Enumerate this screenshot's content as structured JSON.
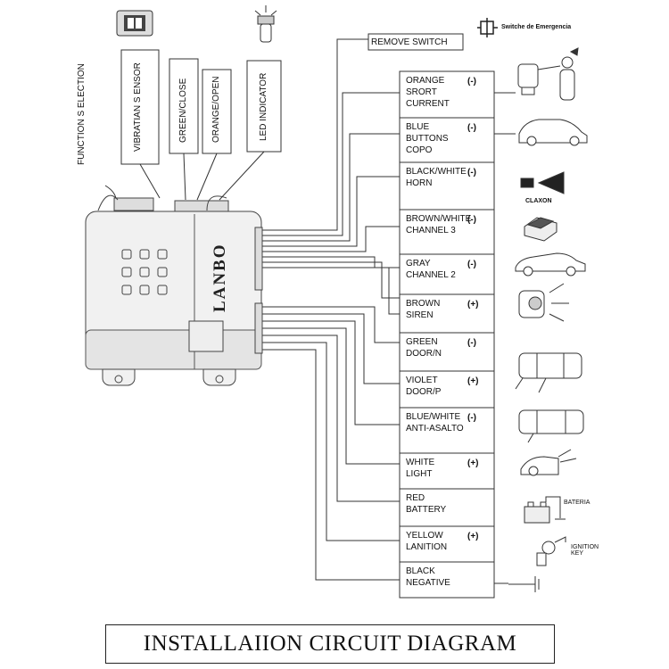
{
  "title": "INSTALLAIION CIRCUIT DIAGRAM",
  "brand": "LANBO",
  "emergency_switch_label": "Switche de Emergencia",
  "remove_switch": "REMOVE SWITCH",
  "modules": [
    {
      "id": "function-selection",
      "label": "FUNCTION S ELECTION"
    },
    {
      "id": "vibration-sensor",
      "label": "VIBRATIAN S ENSOR"
    },
    {
      "id": "green-close",
      "label": "GREEN/CLOSE"
    },
    {
      "id": "orange-open",
      "label": "ORANGE/OPEN"
    },
    {
      "id": "led-indicator",
      "label": "LED INDICATOR"
    }
  ],
  "wires": [
    {
      "label": "ORANGE\nSRORT\nCURRENT",
      "sign": "(-)"
    },
    {
      "label": "BLUE\nBUTTONS\nCOPO",
      "sign": "(-)"
    },
    {
      "label": "BLACK/WHITE\nHORN",
      "sign": "(-)"
    },
    {
      "label": "BROWN/WHITE\nCHANNEL 3",
      "sign": "(-)"
    },
    {
      "label": "GRAY\nCHANNEL 2",
      "sign": "(-)"
    },
    {
      "label": "BROWN\nSIREN",
      "sign": "(+)"
    },
    {
      "label": "GREEN\nDOOR/N",
      "sign": "(-)"
    },
    {
      "label": "VIOLET\nDOOR/P",
      "sign": "(+)"
    },
    {
      "label": "BLUE/WHITE\nANTI-ASALTO",
      "sign": "(-)"
    },
    {
      "label": "WHITE\nLIGHT",
      "sign": "(+)"
    },
    {
      "label": "RED\nBATTERY",
      "sign": ""
    },
    {
      "label": "YELLOW\nLANITION",
      "sign": "(+)"
    },
    {
      "label": "BLACK\nNEGATIVE",
      "sign": ""
    }
  ],
  "icon_labels": {
    "claxon": "CLAXON",
    "bateria": "BATERIA",
    "ignition": "IGNITION\nKEY"
  },
  "icons": [
    "relay-coil-icon",
    "car-hood-icon",
    "horn-icon",
    "trunk-icon",
    "car-trunk-icon",
    "siren-icon",
    "car-door-neg-icon",
    "car-door-pos-icon",
    "car-top-icon",
    "headlight-icon",
    "battery-icon",
    "ignition-icon"
  ]
}
